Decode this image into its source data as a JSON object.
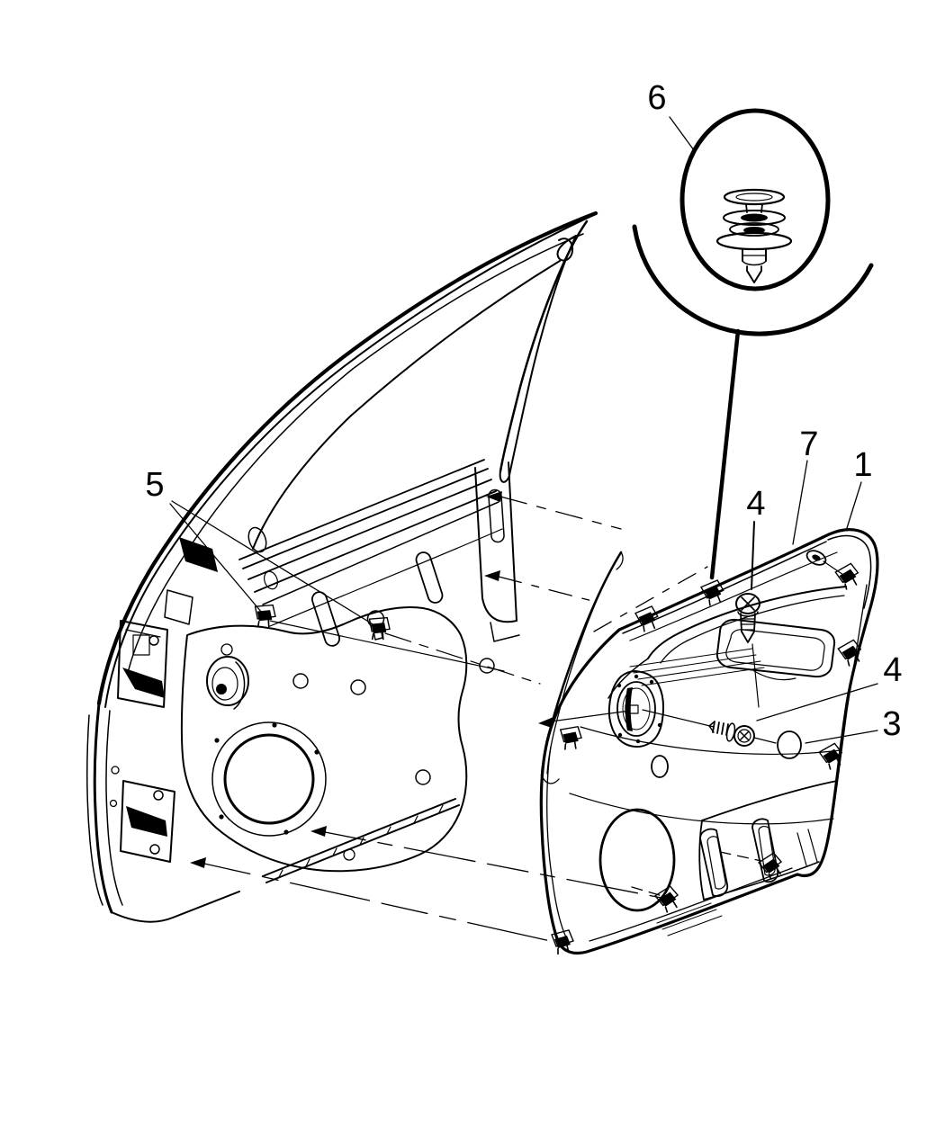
{
  "figure": {
    "type": "exploded-parts-line-diagram",
    "subject": "Front door and door trim panel with numbered part callouts",
    "background_color": "#ffffff",
    "ink_color": "#000000"
  },
  "callouts": {
    "c1": {
      "label": "1"
    },
    "c3": {
      "label": "3"
    },
    "c4_upper": {
      "label": "4"
    },
    "c4_side": {
      "label": "4"
    },
    "c5": {
      "label": "5"
    },
    "c6": {
      "label": "6"
    },
    "c7": {
      "label": "7"
    }
  }
}
